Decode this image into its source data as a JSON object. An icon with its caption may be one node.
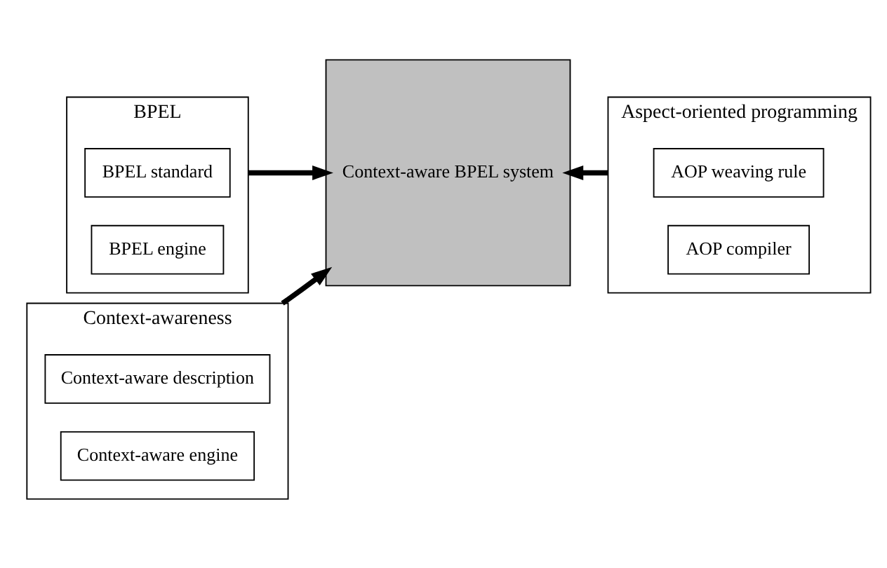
{
  "diagram": {
    "nodes": [
      {
        "text": [
          "BPEL"
        ]
      },
      {
        "text": [
          "BPEL standard"
        ],
        "in": 0
      },
      {
        "text": [
          "BPEL engine"
        ],
        "in": 0
      },
      {
        "text": [
          "Context-aware BPEL system"
        ]
      },
      {
        "text": [
          "Aspect-oriented programming"
        ]
      },
      {
        "text": [
          "AOP weaving rule"
        ],
        "in": 4
      },
      {
        "text": [
          "AOP compiler"
        ],
        "in": 4
      },
      {
        "text": [
          "Context-awareness"
        ]
      },
      {
        "text": [
          "Context-aware description"
        ],
        "in": 7
      },
      {
        "text": [
          "Context-aware engine"
        ],
        "in": 7
      }
    ],
    "edges": [
      {
        "from": 0,
        "to": 3,
        "arrow": "to"
      },
      {
        "from": 4,
        "to": 3,
        "arrow": "to"
      },
      {
        "from": 7,
        "to": 3,
        "arrow": "to"
      }
    ]
  }
}
